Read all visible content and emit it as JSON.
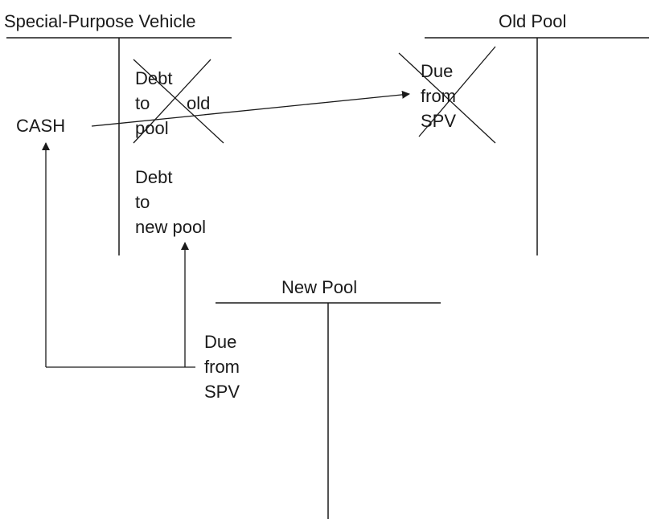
{
  "spv": {
    "title": "Special-Purpose Vehicle",
    "asset": "CASH",
    "crossed_liability": {
      "line1": "Debt",
      "line2_left": "to",
      "line2_right": "old",
      "line3": "pool"
    },
    "new_liability": {
      "line1": "Debt",
      "line2": "to",
      "line3": "new pool"
    }
  },
  "old_pool": {
    "title": "Old Pool",
    "crossed_asset": {
      "line1": "Due",
      "line2": "from",
      "line3": "SPV"
    }
  },
  "new_pool": {
    "title": "New Pool",
    "asset": {
      "line1": "Due",
      "line2": "from",
      "line3": "SPV"
    }
  },
  "colors": {
    "ink": "#1a1a1a",
    "background": "#ffffff"
  }
}
